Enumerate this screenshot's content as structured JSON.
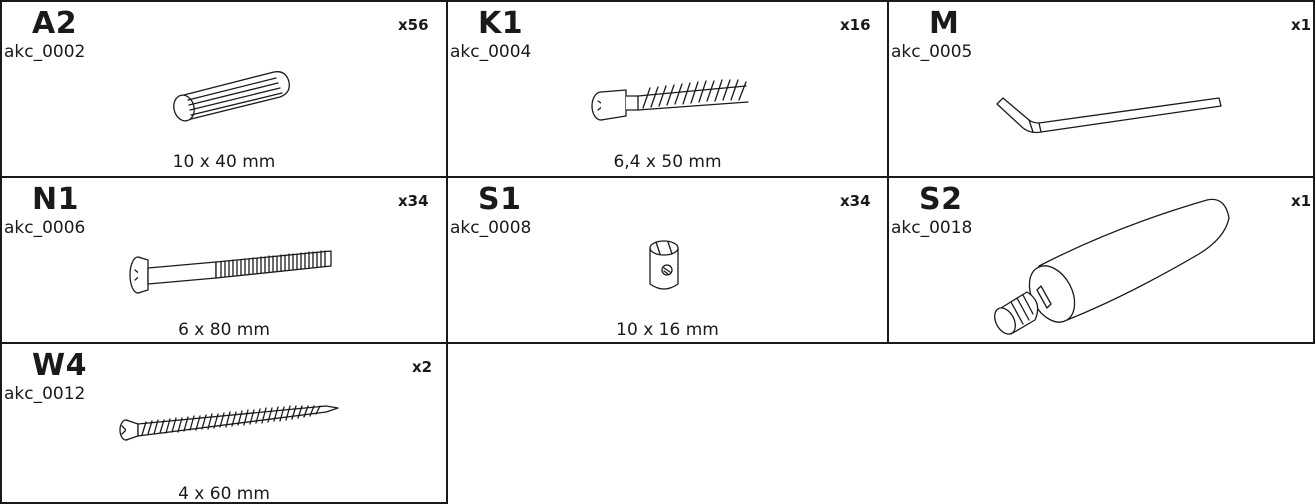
{
  "parts": [
    {
      "code": "A2",
      "ref": "akc_0002",
      "qty": "x56",
      "dim": "10 x 40 mm",
      "icon": "wooden-dowel-icon"
    },
    {
      "code": "K1",
      "ref": "akc_0004",
      "qty": "x16",
      "dim": "6,4 x 50 mm",
      "icon": "connector-bolt-icon"
    },
    {
      "code": "M",
      "ref": "akc_0005",
      "qty": "x1",
      "dim": "",
      "icon": "allen-key-icon"
    },
    {
      "code": "N1",
      "ref": "akc_0006",
      "qty": "x34",
      "dim": "6 x 80 mm",
      "icon": "connector-screw-icon"
    },
    {
      "code": "S1",
      "ref": "akc_0008",
      "qty": "x34",
      "dim": "10 x 16 mm",
      "icon": "barrel-nut-icon"
    },
    {
      "code": "S2",
      "ref": "akc_0018",
      "qty": "x1",
      "dim": "",
      "icon": "glue-tube-icon"
    },
    {
      "code": "W4",
      "ref": "akc_0012",
      "qty": "x2",
      "dim": "4 x 60 mm",
      "icon": "wood-screw-icon"
    }
  ]
}
